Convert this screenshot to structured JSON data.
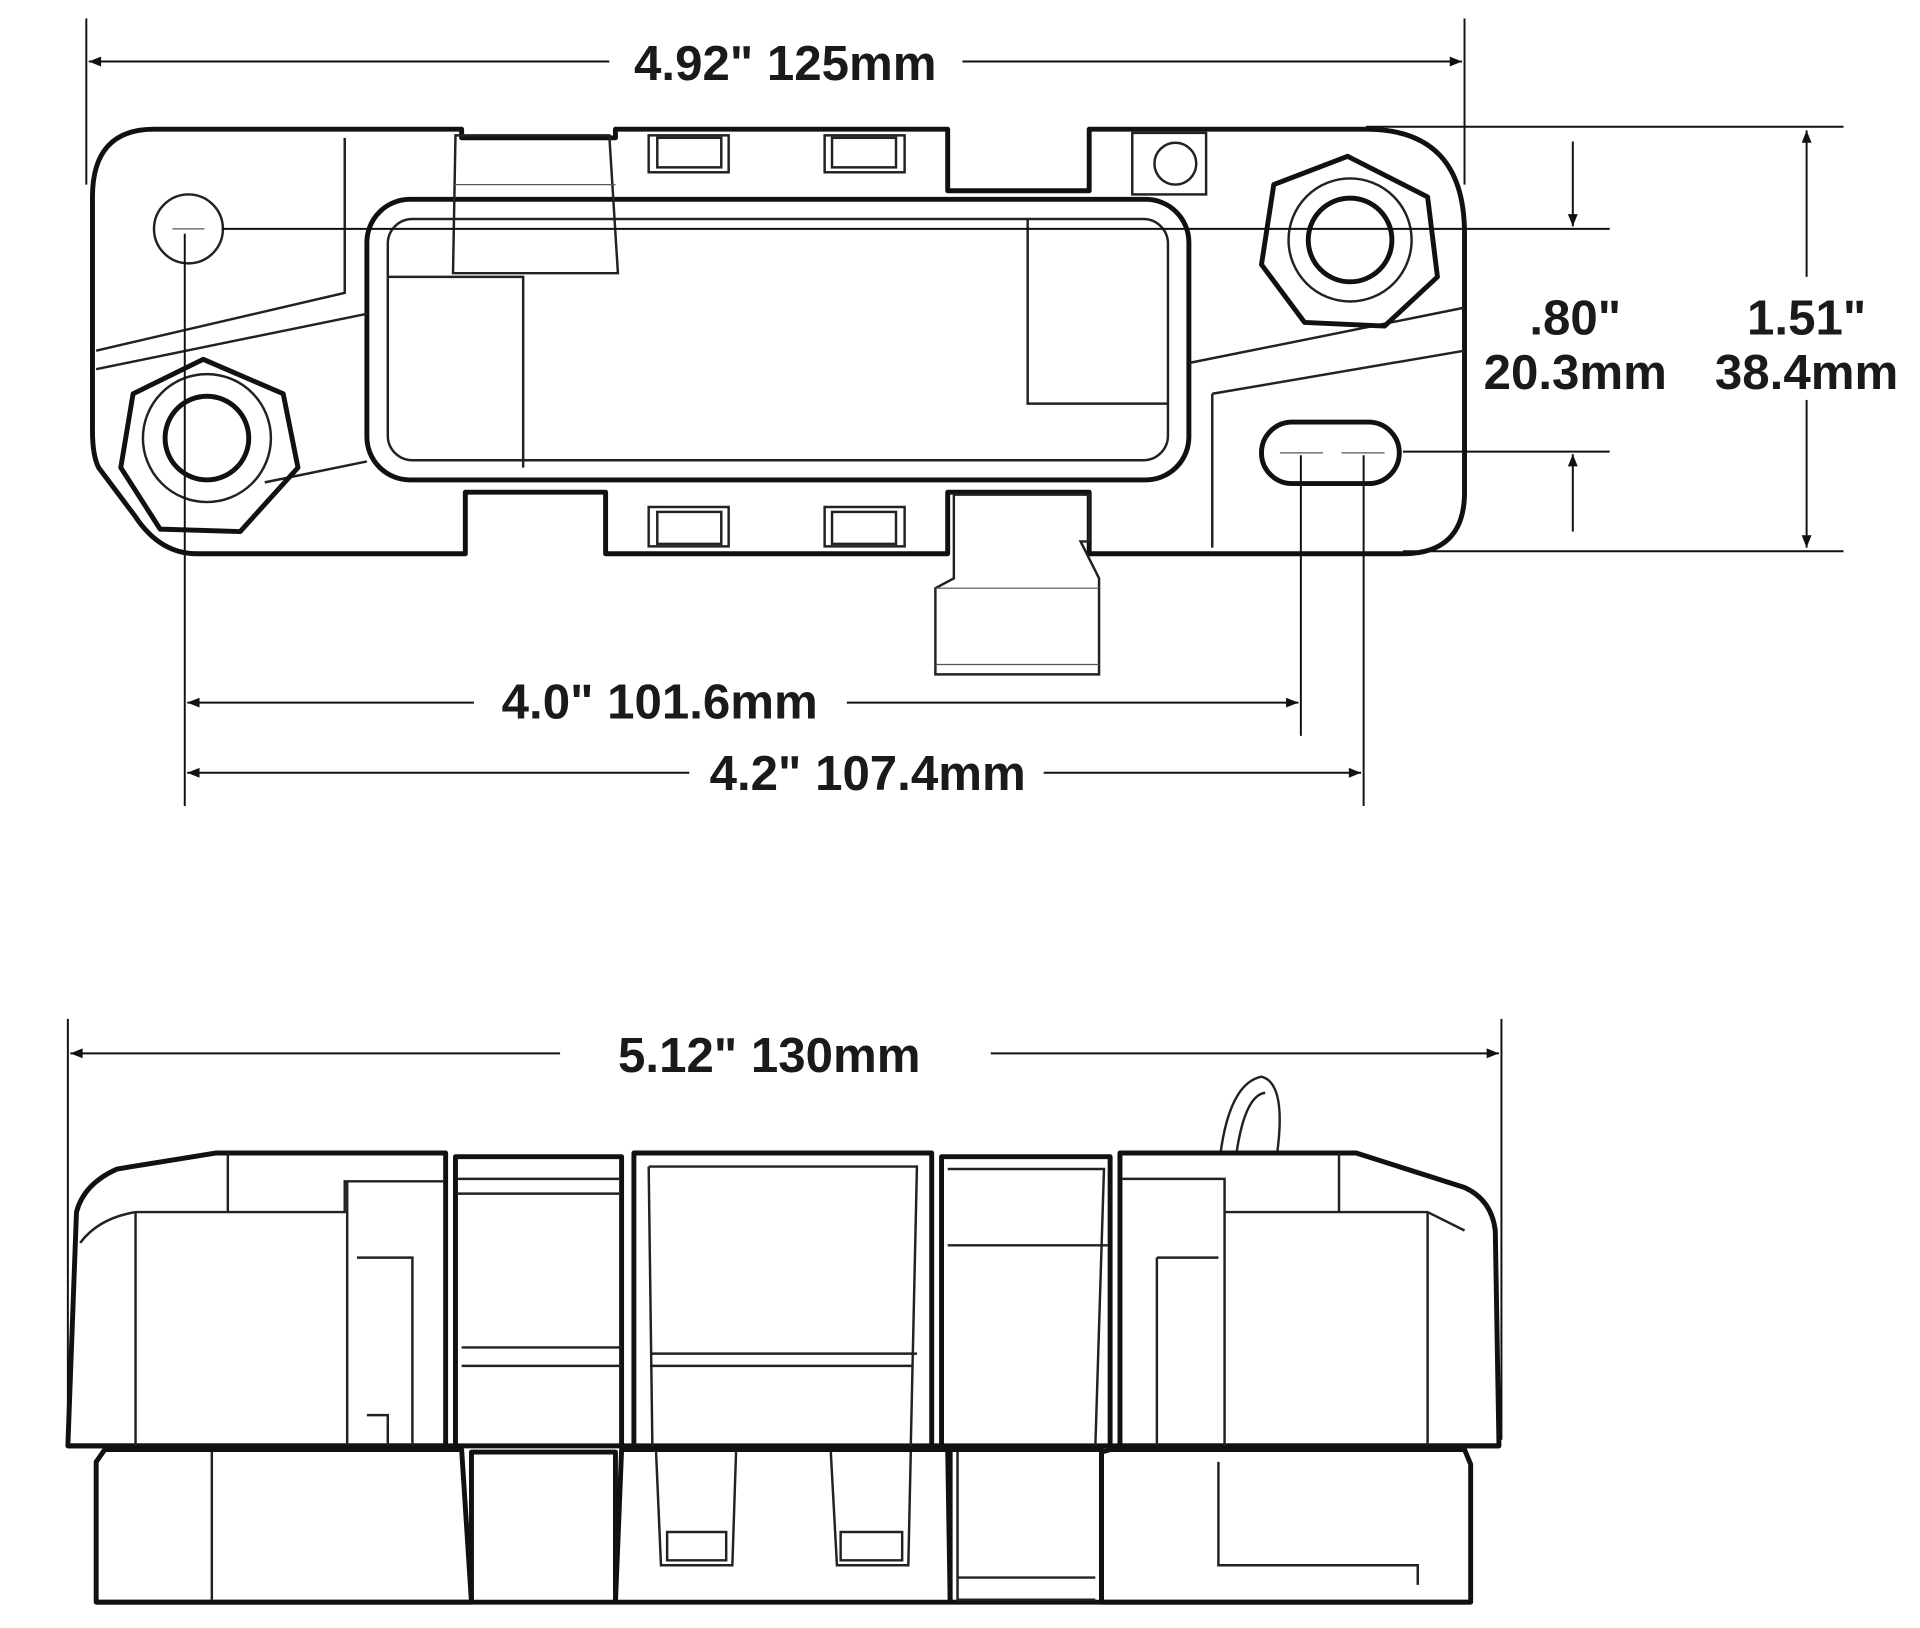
{
  "title": "Busbar / fuse block dimension drawing",
  "top_view": {
    "overall_width": "4.92\" 125mm",
    "overall_height_in": "1.51\"",
    "overall_height_mm": "38.4mm",
    "slot_spacing_in": ".80\"",
    "slot_spacing_mm": "20.3mm",
    "hole_to_slot_near": "4.0\" 101.6mm",
    "hole_to_slot_far": "4.2\" 107.4mm"
  },
  "side_view": {
    "overall_length": "5.12\" 130mm"
  }
}
